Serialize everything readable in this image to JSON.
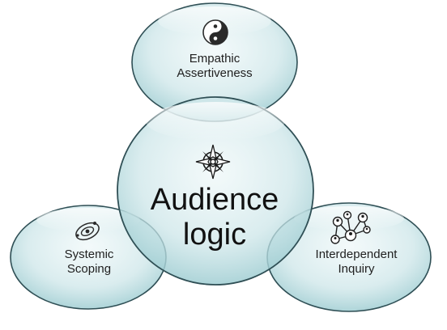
{
  "diagram": {
    "center": {
      "label_line1": "Audience",
      "label_line2": "logic",
      "icon": "compass-rose-icon"
    },
    "top": {
      "label_line1": "Empathic",
      "label_line2": "Assertiveness",
      "icon": "yin-yang-icon"
    },
    "left": {
      "label_line1": "Systemic",
      "label_line2": "Scoping",
      "icon": "orbit-system-icon"
    },
    "right": {
      "label_line1": "Interdependent",
      "label_line2": "Inquiry",
      "icon": "people-network-icon"
    }
  },
  "colors": {
    "bubble_fill": "#bfe0e3",
    "bubble_fill_light": "#e7f4f5",
    "bubble_outline": "#2f4f55",
    "text": "#1f1f1f"
  }
}
